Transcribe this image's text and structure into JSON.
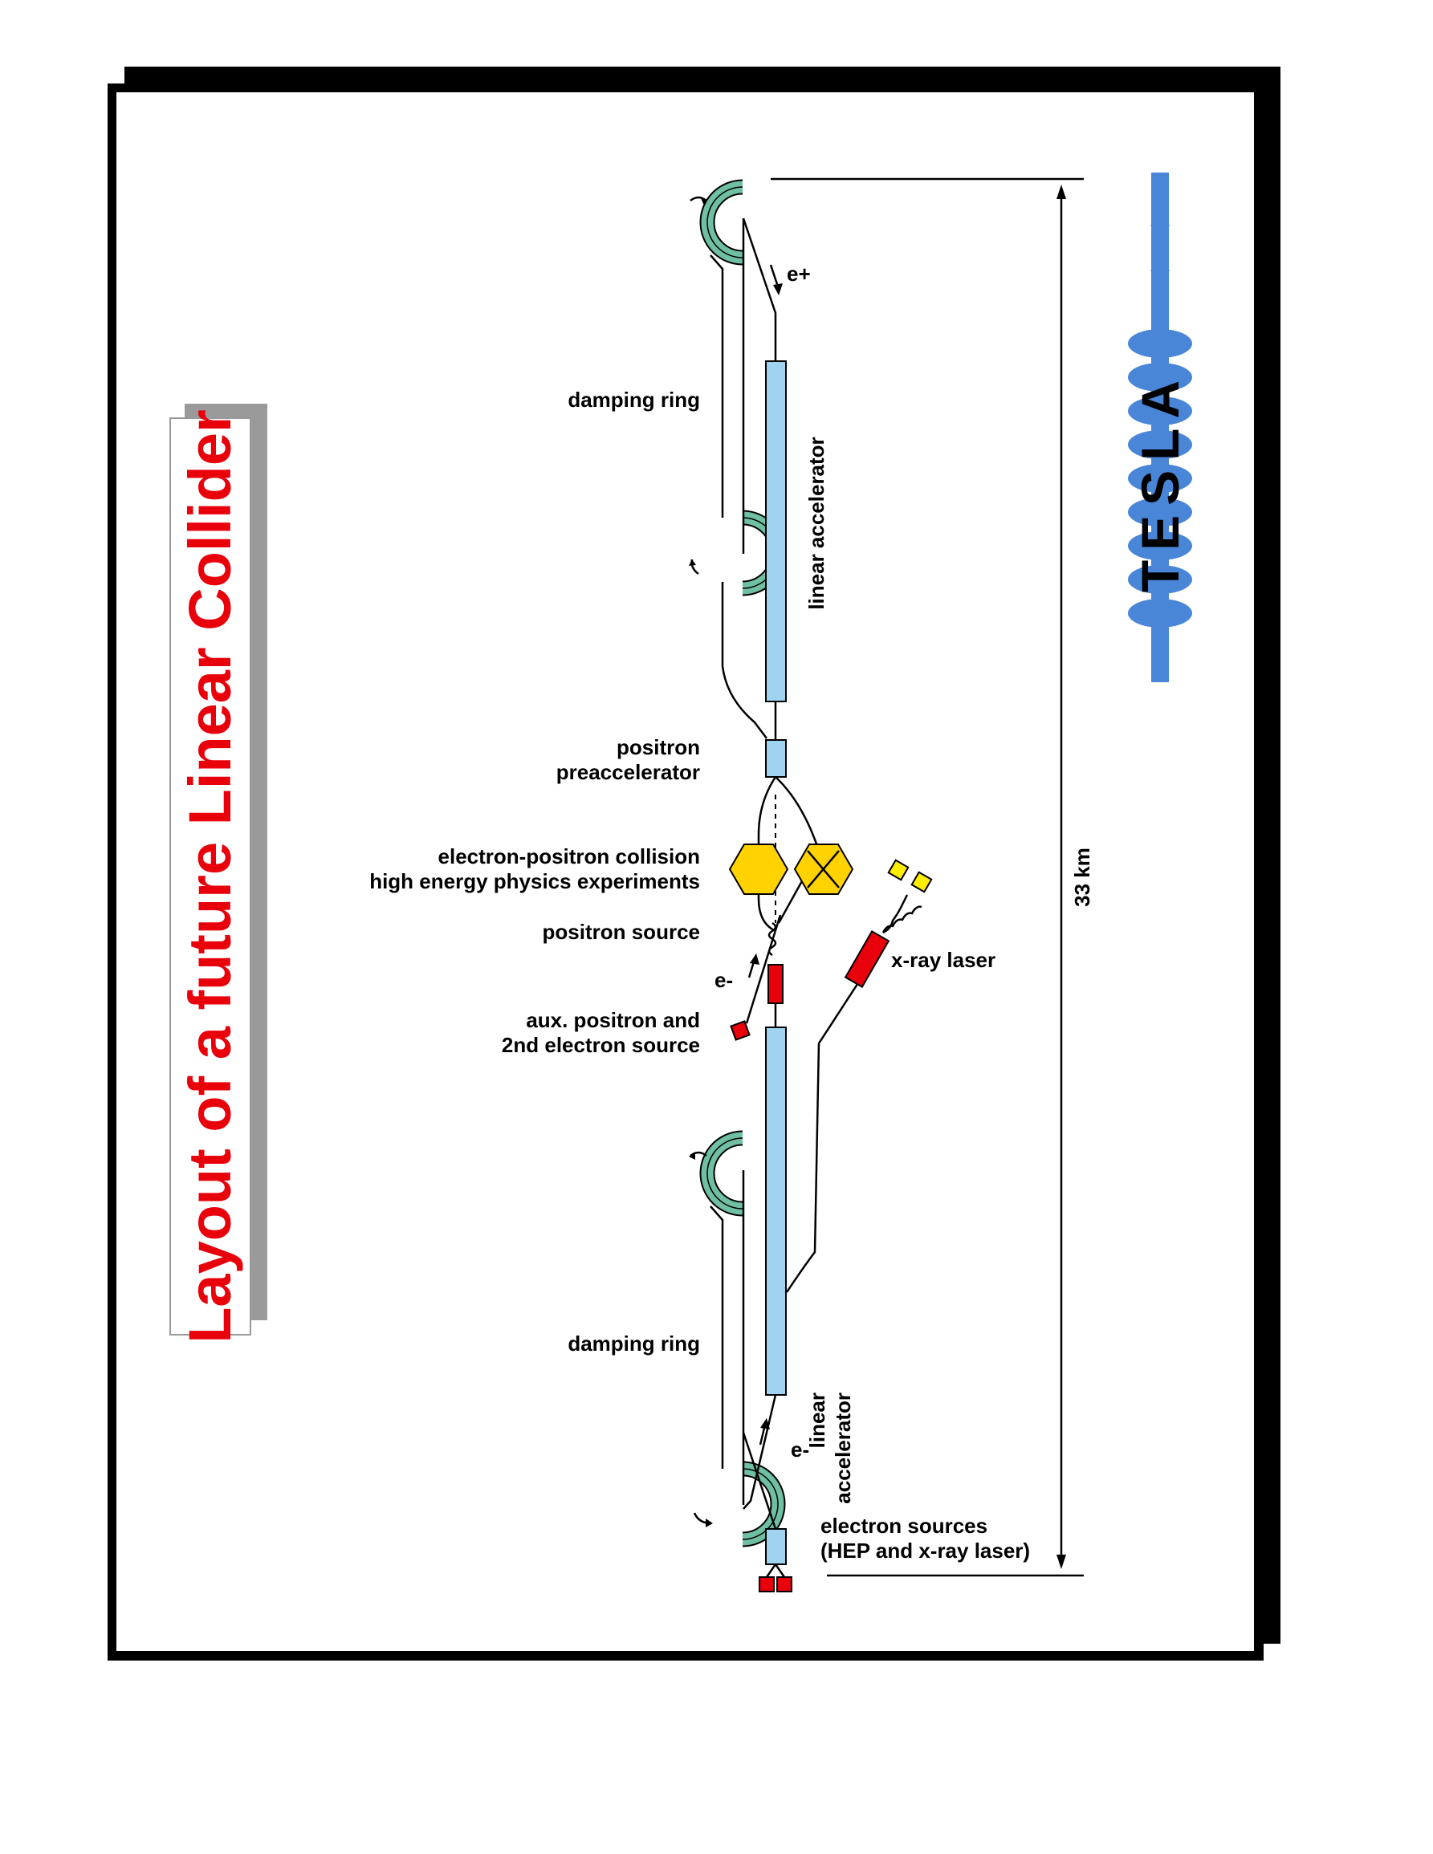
{
  "title": "Layout of a future Linear Collider",
  "labels": {
    "damping_ring_top": "damping ring",
    "damping_ring_bottom": "damping ring",
    "linear_accelerator_top": "linear accelerator",
    "linear_accelerator_bottom_1": "linear",
    "linear_accelerator_bottom_2": "accelerator",
    "positron_preacc_1": "positron",
    "positron_preacc_2": "preaccelerator",
    "collision_1": "electron-positron collision",
    "collision_2": "high energy physics experiments",
    "positron_source": "positron source",
    "aux_source_1": "aux. positron and",
    "aux_source_2": "2nd electron source",
    "xray_laser": "x-ray laser",
    "electron_sources_1": "electron sources",
    "electron_sources_2": "(HEP and x-ray laser)",
    "e_plus": "e+",
    "e_minus_mid": "e-",
    "e_minus_bottom": "e-",
    "length": "33 km"
  },
  "logo": {
    "text": "TESLA"
  },
  "colors": {
    "title": "#e8000b",
    "accelerator": "#9fd3f0",
    "ring": "#6fbfa3",
    "detector": "#ffd200",
    "source": "#e8000b",
    "laser_target": "#ffee00",
    "logo": "#4a86d8"
  }
}
